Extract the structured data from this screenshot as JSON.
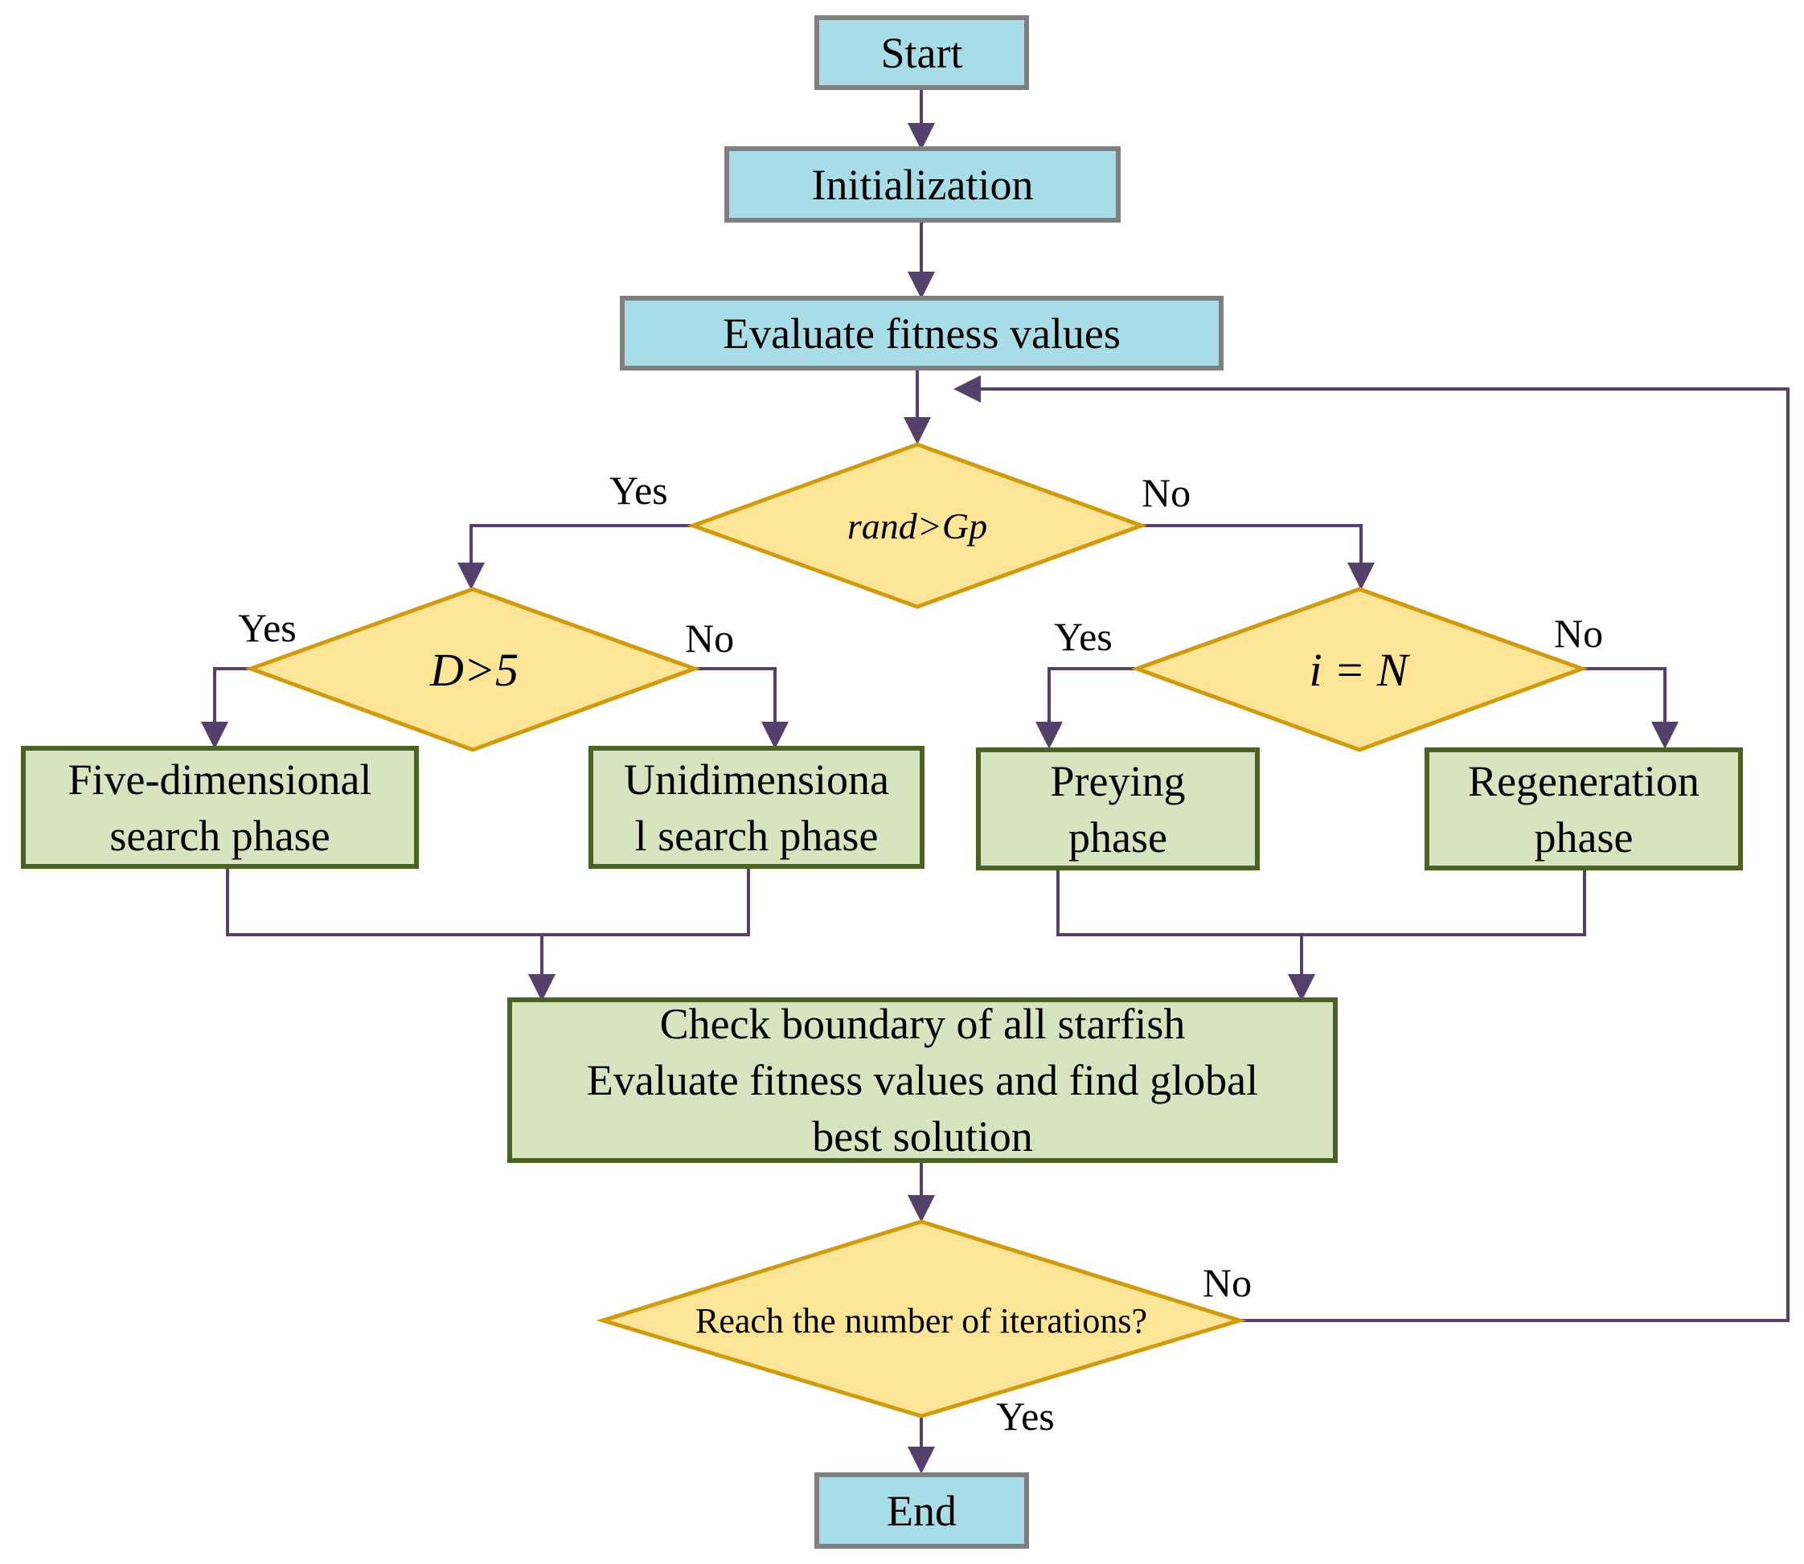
{
  "nodes": {
    "start": "Start",
    "init": "Initialization",
    "eval": "Evaluate fitness values",
    "cond_rand": "rand>Gp",
    "cond_d": "D>5",
    "cond_i": "i = N",
    "five_dim": [
      "Five-dimensional",
      "search phase"
    ],
    "uni_dim": [
      "Unidimensiona",
      "l search phase"
    ],
    "preying": [
      "Preying",
      "phase"
    ],
    "regen": [
      "Regeneration",
      "phase"
    ],
    "check": [
      "Check boundary of all starfish",
      "Evaluate fitness values and find global",
      "best solution"
    ],
    "cond_iter": "Reach the number of iterations?",
    "end": "End"
  },
  "edge_labels": {
    "rand_yes": "Yes",
    "rand_no": "No",
    "d_yes": "Yes",
    "d_no": "No",
    "i_yes": "Yes",
    "i_no": "No",
    "iter_no": "No",
    "iter_yes": "Yes"
  },
  "colors": {
    "terminal_fill": "#a8dde8",
    "terminal_border": "#7f7f7f",
    "process_fill": "#d6e4bf",
    "process_border": "#4a6224",
    "decision_fill": "#fde597",
    "decision_border": "#d19b10",
    "connector": "#553f6b"
  }
}
